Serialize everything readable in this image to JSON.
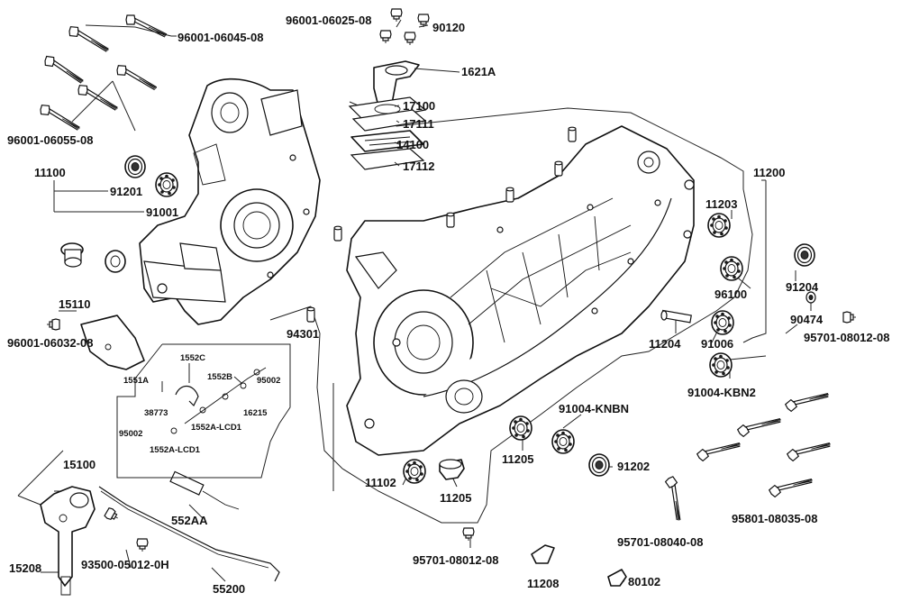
{
  "labels": {
    "l_96001_06025_08": "96001-06025-08",
    "l_90120": "90120",
    "l_96001_06045_08": "96001-06045-08",
    "l_1621A": "1621A",
    "l_17100": "17100",
    "l_17111": "17111",
    "l_14100": "14100",
    "l_17112": "17112",
    "l_96001_06055_08": "96001-06055-08",
    "l_11100": "11100",
    "l_91201": "91201",
    "l_91001": "91001",
    "l_11200": "11200",
    "l_11203": "11203",
    "l_91204": "91204",
    "l_96100": "96100",
    "l_90474": "90474",
    "l_95701_08012_08_r": "95701-08012-08",
    "l_15110": "15110",
    "l_96001_06032_08": "96001-06032-08",
    "l_94301": "94301",
    "l_11204": "11204",
    "l_91006": "91006",
    "l_91004_KBN2": "91004-KBN2",
    "l_91004_KNBN": "91004-KNBN",
    "l_11205_a": "11205",
    "l_91202": "91202",
    "l_11102": "11102",
    "l_11205_b": "11205",
    "l_15100": "15100",
    "l_552AA": "552AA",
    "l_93500_05012_0H": "93500-05012-0H",
    "l_15208": "15208",
    "l_55200": "55200",
    "l_95701_08012_08_b": "95701-08012-08",
    "l_11208": "11208",
    "l_80102": "80102",
    "l_95701_08040_08": "95701-08040-08",
    "l_95801_08035_08": "95801-08035-08"
  },
  "inset": {
    "l_1551A": "1551A",
    "l_1552C": "1552C",
    "l_1552B": "1552B",
    "l_95002_a": "95002",
    "l_38773": "38773",
    "l_16215": "16215",
    "l_1552A_LCD1_a": "1552A-LCD1",
    "l_95002_b": "95002",
    "l_1552A_LCD1_b": "1552A-LCD1"
  },
  "icons": {
    "bolt": "hex-bolt-icon",
    "bearing": "ball-bearing-icon",
    "pin": "dowel-pin-icon"
  }
}
